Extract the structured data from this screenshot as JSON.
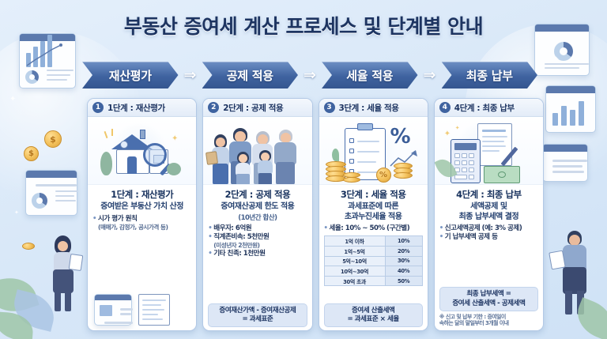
{
  "title": "부동산 증여세 계산 프로세스 및 단계별 안내",
  "flow": {
    "arrow_glyph": "⇒",
    "steps": [
      {
        "label": "재산평가"
      },
      {
        "label": "공제 적용"
      },
      {
        "label": "세율 적용"
      },
      {
        "label": "최종 납부"
      }
    ]
  },
  "colors": {
    "background": "#d9e8f8",
    "accent_dark": "#1d3461",
    "accent": "#3f63a0",
    "chevron_gradient_top": "#6d8fc4",
    "chevron_gradient_bottom": "#35568f",
    "card_border": "#b3c9e6",
    "formula_bg": "#dde7f6",
    "coin": "#f3c05a"
  },
  "cards": [
    {
      "number": "1",
      "head": "1단계 : 재산평가",
      "illustration": "house-with-magnifier-icon",
      "title": "1단계 : 재산평가",
      "subtitle": "증여받은 부동산 가치 산정",
      "bullets": [
        {
          "text": "시가 평가 원칙"
        }
      ],
      "notes": [
        "(매매가, 감정가, 공시가격 등)"
      ]
    },
    {
      "number": "2",
      "head": "2단계 : 공제 적용",
      "illustration": "family-group-icon",
      "title": "2단계 : 공제 적용",
      "subtitle": "증여재산공제 한도 적용",
      "subtitle2": "(10년간 합산)",
      "bullets": [
        {
          "text": "배우자: 6억원"
        },
        {
          "text": "직계존비속: 5천만원"
        },
        {
          "text": "기타 친족: 1천만원"
        }
      ],
      "notes": [
        "(미성년자 2천만원)"
      ],
      "formula": [
        "증여재산가액 - 증여재산공제",
        "= 과세표준"
      ]
    },
    {
      "number": "3",
      "head": "3단계 : 세율 적용",
      "illustration": "clipboard-percent-coins-icon",
      "title": "3단계 : 세율 적용",
      "subtitle": "과세표준에 따른",
      "subtitle_line2": "초과누진세율 적용",
      "bullets": [
        {
          "text": "세율: 10% ~ 50% (구간별)"
        }
      ],
      "rate_table": {
        "rows": [
          {
            "bracket": "1억 이하",
            "rate": "10%"
          },
          {
            "bracket": "1억~5억",
            "rate": "20%"
          },
          {
            "bracket": "5억~10억",
            "rate": "30%"
          },
          {
            "bracket": "10억~30억",
            "rate": "40%"
          },
          {
            "bracket": "30억 초과",
            "rate": "50%"
          }
        ]
      },
      "formula": [
        "증여세 산출세액",
        "= 과세표준 × 세율"
      ]
    },
    {
      "number": "4",
      "head": "4단계 : 최종 납부",
      "illustration": "calculator-document-money-icon",
      "title": "4단계 : 최종 납부",
      "subtitle": "세액공제 및",
      "subtitle_line2": "최종 납부세액 결정",
      "bullets": [
        {
          "text": "신고세액공제 (예: 3% 공제)"
        },
        {
          "text": "기 납부세액 공제 등"
        }
      ],
      "formula": [
        "최종 납부세액 =",
        "증여세 산출세액 - 공제세액"
      ],
      "footnote": [
        "※ 신고 및 납부 기한 : 증여일이",
        "   속하는 달의 말일부터 3개월 이내"
      ]
    }
  ],
  "decorations": {
    "coin_symbol": "$",
    "sparkle_glyph": "✦"
  }
}
